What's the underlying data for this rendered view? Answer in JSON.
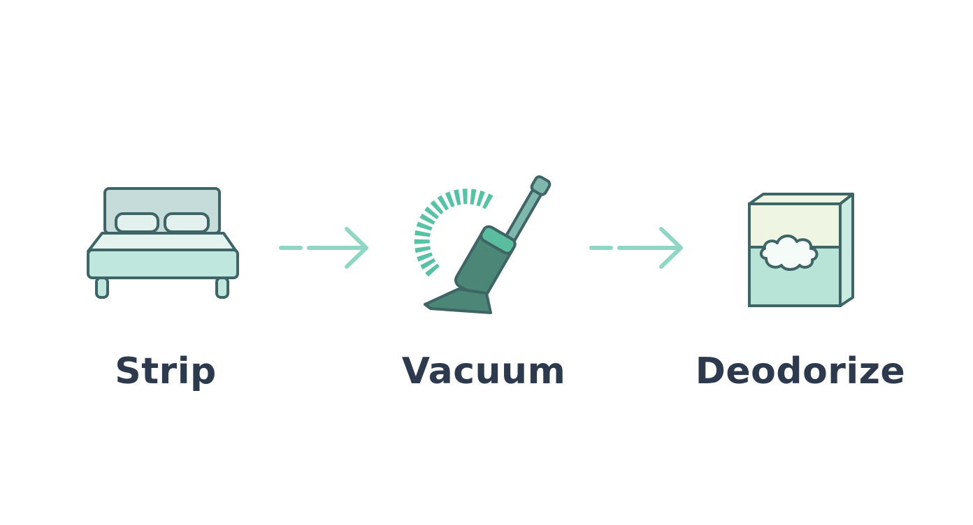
{
  "steps": [
    {
      "label": "Strip",
      "icon": "bed-icon"
    },
    {
      "label": "Vacuum",
      "icon": "vacuum-icon"
    },
    {
      "label": "Deodorize",
      "icon": "deodorizer-box-icon"
    }
  ],
  "connectors": [
    "dashed-arrow-icon",
    "dashed-arrow-icon"
  ],
  "colors": {
    "outline": "#3e6466",
    "mint_light": "#cdeee6",
    "mint_mid": "#b7e4d7",
    "teal_accent": "#58c2a6",
    "arrow": "#8fd6c4",
    "headboard": "#c6dcda",
    "vacuum_body": "#4c8677",
    "box_top": "#eef6e3",
    "text": "#2d3a4d"
  }
}
